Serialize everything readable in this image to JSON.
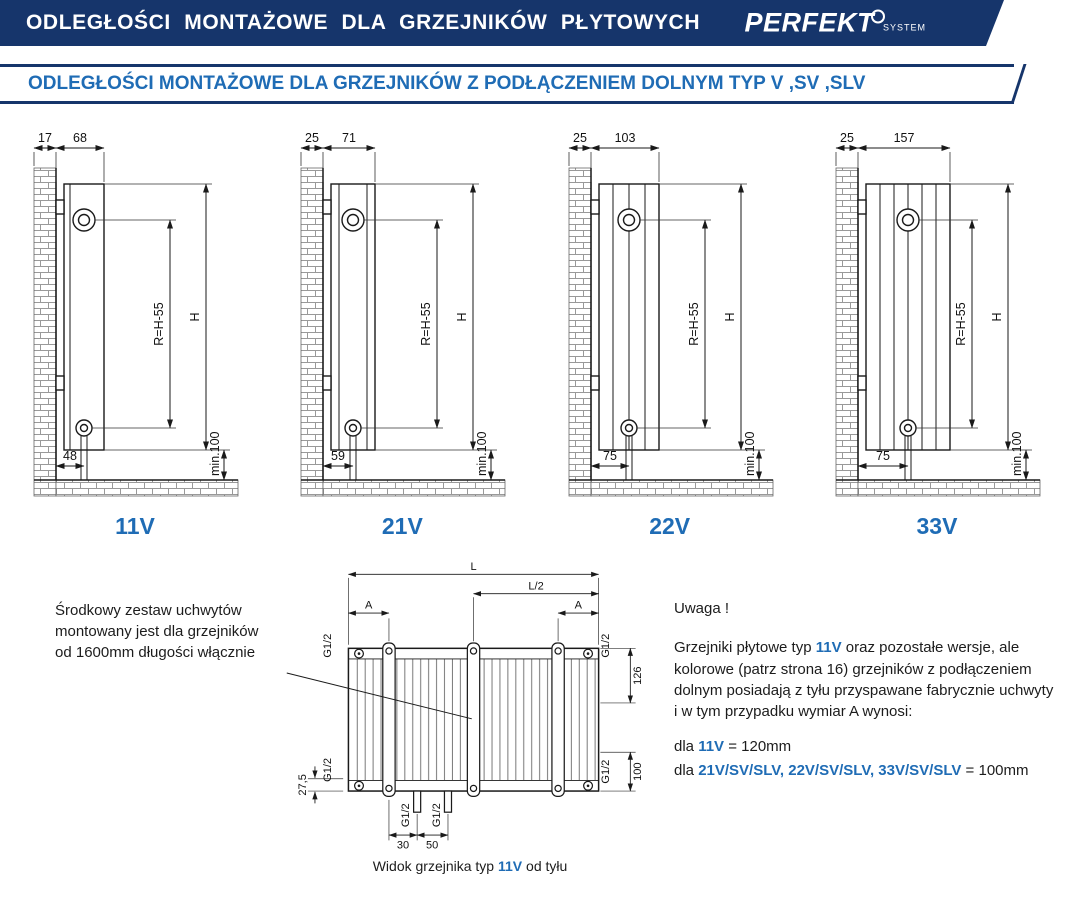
{
  "header": {
    "title": "ODLEGŁOŚCI MONTAŻOWE DLA GRZEJNIKÓW PŁYTOWYCH",
    "brand": "PERFEKT",
    "brand_sub": "SYSTEM"
  },
  "subheader": {
    "title": "ODLEGŁOŚCI MONTAŻOWE DLA GRZEJNIKÓW Z PODŁĄCZENIEM DOLNYM TYP V ,SV ,SLV"
  },
  "diagrams": [
    {
      "label": "11V",
      "dim_wall": "17",
      "dim_depth": "68",
      "dim_r": "R=H-55",
      "dim_h": "H",
      "dim_pipe": "48",
      "dim_floor": "min.100"
    },
    {
      "label": "21V",
      "dim_wall": "25",
      "dim_depth": "71",
      "dim_r": "R=H-55",
      "dim_h": "H",
      "dim_pipe": "59",
      "dim_floor": "min.100"
    },
    {
      "label": "22V",
      "dim_wall": "25",
      "dim_depth": "103",
      "dim_r": "R=H-55",
      "dim_h": "H",
      "dim_pipe": "75",
      "dim_floor": "min.100"
    },
    {
      "label": "33V",
      "dim_wall": "25",
      "dim_depth": "157",
      "dim_r": "R=H-55",
      "dim_h": "H",
      "dim_pipe": "75",
      "dim_floor": "min.100"
    }
  ],
  "left_note": {
    "line1": "Środkowy zestaw uchwytów",
    "line2": "montowany jest dla grzejników",
    "line3": "od 1600mm długości włącznie"
  },
  "rear_view": {
    "dim_l": "L",
    "dim_l2": "L/2",
    "dim_a_left": "A",
    "dim_a_right": "A",
    "g12_top_left": "G1/2",
    "g12_top_right": "G1/2",
    "dim_126": "126",
    "g12_bottom_left": "G1/2",
    "dim_27_5": "27,5",
    "g12_bottom_right": "G1/2",
    "dim_100": "100",
    "g12_stub_left": "G1/2",
    "g12_stub_right": "G1/2",
    "dim_30": "30",
    "dim_50": "50",
    "caption_prefix": "Widok grzejnika typ ",
    "caption_type": "11V",
    "caption_suffix": " od tyłu"
  },
  "right_note": {
    "heading": "Uwaga !",
    "p1": "Grzejniki płytowe typ ",
    "p1_hl": "11V",
    "p2": " oraz pozostałe wersje, ale kolorowe (patrz strona 16) grzejników z podłączeniem dolnym posiadają z tyłu przyspawane fabrycznie uchwyty i w tym przypadku wymiar A wynosi:",
    "l1_pre": "dla ",
    "l1_hl": "11V",
    "l1_post": " = 120mm",
    "l2_pre": "dla ",
    "l2_hl": "21V/SV/SLV, 22V/SV/SLV, 33V/SV/SLV",
    "l2_post": " = 100mm"
  },
  "colors": {
    "navy": "#16356b",
    "blue": "#1f6cb5"
  }
}
